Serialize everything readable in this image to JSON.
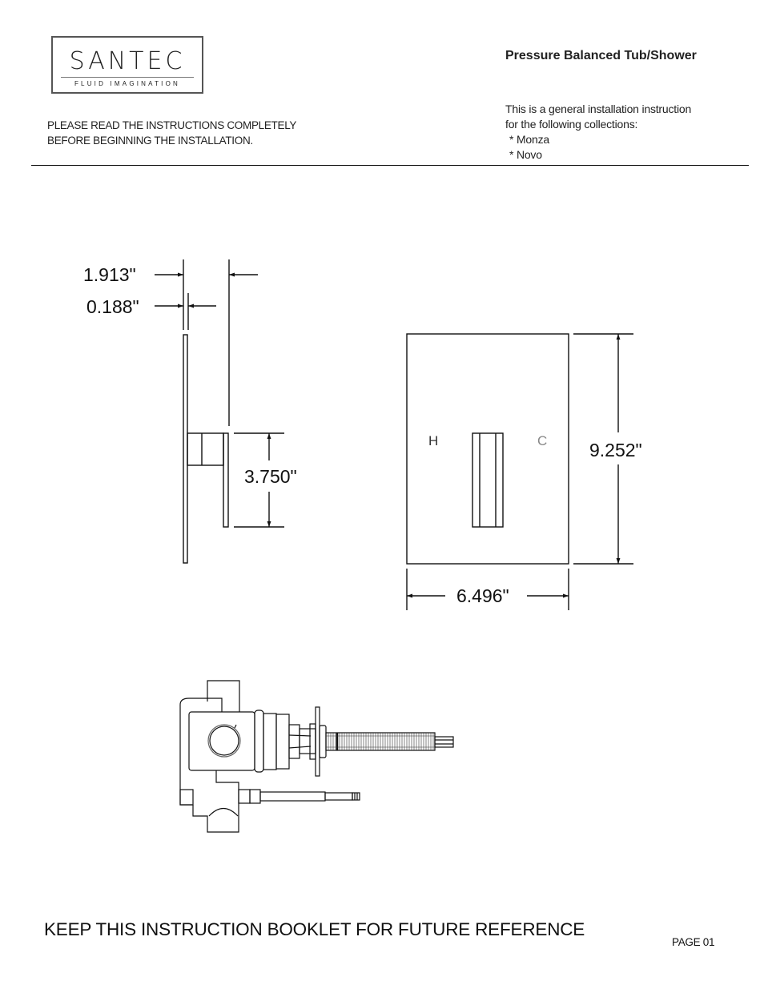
{
  "header": {
    "logo": {
      "brand": "SANTEC",
      "tagline": "FLUID IMAGINATION"
    },
    "title": "Pressure Balanced Tub/Shower",
    "note_lines": [
      "This is a general installation instruction",
      "for the following collections:"
    ],
    "collections": [
      "* Monza",
      "* Novo"
    ],
    "warning_lines": [
      "PLEASE READ THE INSTRUCTIONS COMPLETELY",
      "BEFORE BEGINNING THE INSTALLATION."
    ]
  },
  "drawings": {
    "side_view": {
      "dim_overall_depth": "1.913\"",
      "dim_plate_thickness": "0.188\"",
      "dim_handle_height": "3.750\""
    },
    "front_view": {
      "hot_label": "H",
      "cold_label": "C",
      "dim_height": "9.252\"",
      "dim_width": "6.496\""
    },
    "valve_body": {
      "label": ""
    }
  },
  "footer": {
    "notice": "KEEP THIS INSTRUCTION BOOKLET FOR FUTURE REFERENCE",
    "page": "PAGE 01"
  }
}
